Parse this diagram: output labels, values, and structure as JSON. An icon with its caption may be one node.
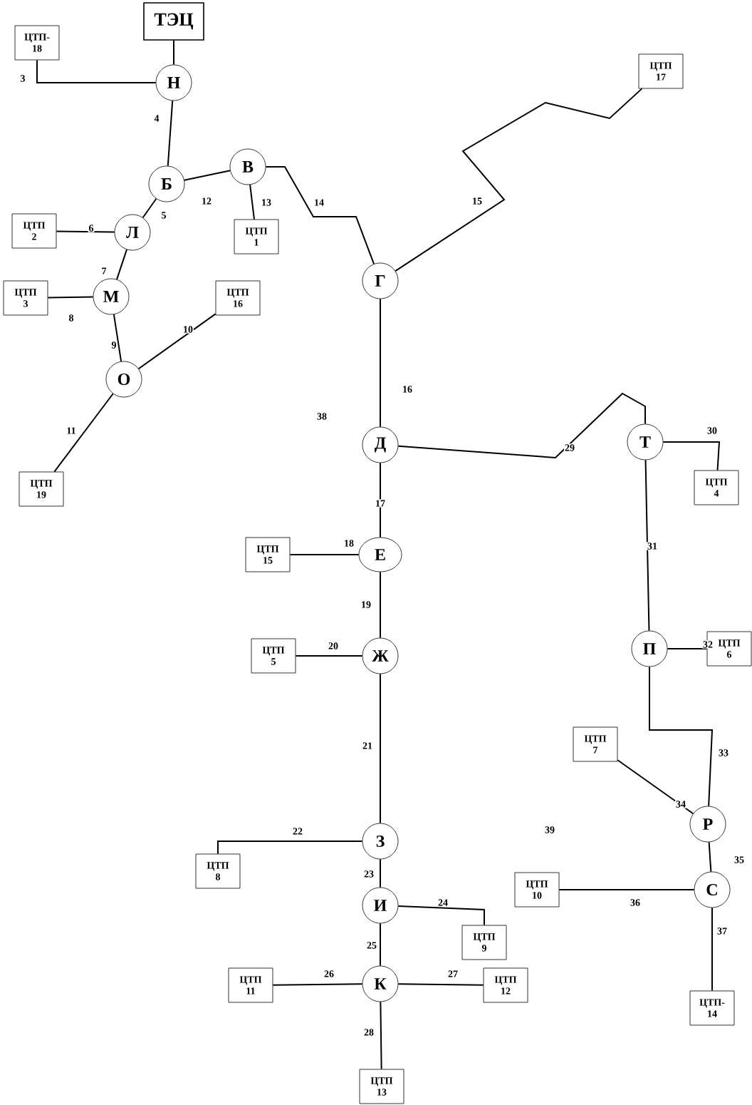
{
  "diagram": {
    "nodes": [
      {
        "text": [
          "ТЭЦ"
        ]
      },
      {
        "text": [
          "ЦТП- 18"
        ]
      },
      {
        "text": [
          "Н"
        ]
      },
      {
        "text": [
          "ЦТП 17"
        ]
      },
      {
        "text": [
          "В"
        ]
      },
      {
        "text": [
          "Б"
        ]
      },
      {
        "text": [
          "ЦТП 1"
        ]
      },
      {
        "text": [
          "Л"
        ]
      },
      {
        "text": [
          "ЦТП 2"
        ]
      },
      {
        "text": [
          "Г"
        ]
      },
      {
        "text": [
          "М"
        ]
      },
      {
        "text": [
          "ЦТП 3"
        ]
      },
      {
        "text": [
          "ЦТП 16"
        ]
      },
      {
        "text": [
          "О"
        ]
      },
      {
        "text": [
          "ЦТП 19"
        ]
      },
      {
        "text": [
          "Д"
        ]
      },
      {
        "text": [
          "Т"
        ]
      },
      {
        "text": [
          "ЦТП 4"
        ]
      },
      {
        "text": [
          "Е"
        ]
      },
      {
        "text": [
          "ЦТП 15"
        ]
      },
      {
        "text": [
          "Ж"
        ]
      },
      {
        "text": [
          "ЦТП 5"
        ]
      },
      {
        "text": [
          "П"
        ]
      },
      {
        "text": [
          "ЦТП 6"
        ]
      },
      {
        "text": [
          "ЦТП 7"
        ]
      },
      {
        "text": [
          "Р"
        ]
      },
      {
        "text": [
          "З"
        ]
      },
      {
        "text": [
          "ЦТП 8"
        ]
      },
      {
        "text": [
          "С"
        ]
      },
      {
        "text": [
          "ЦТП 10"
        ]
      },
      {
        "text": [
          "И"
        ]
      },
      {
        "text": [
          "ЦТП 9"
        ]
      },
      {
        "text": [
          "К"
        ]
      },
      {
        "text": [
          "ЦТП 11"
        ]
      },
      {
        "text": [
          "ЦТП 12"
        ]
      },
      {
        "text": [
          "ЦТП 13"
        ]
      },
      {
        "text": [
          "ЦТП- 14"
        ]
      }
    ],
    "edges": [
      {
        "from": 0,
        "to": 2,
        "arrow": "none"
      },
      {
        "from": 2,
        "to": 1,
        "arrow": "none",
        "label": "3"
      },
      {
        "from": 2,
        "to": 5,
        "arrow": "none",
        "label": "4"
      },
      {
        "from": 5,
        "to": 7,
        "arrow": "none",
        "label": "5"
      },
      {
        "from": 7,
        "to": 8,
        "arrow": "none",
        "label": "6"
      },
      {
        "from": 7,
        "to": 10,
        "arrow": "none",
        "label": "7"
      },
      {
        "from": 10,
        "to": 11,
        "arrow": "none",
        "label": "8"
      },
      {
        "from": 10,
        "to": 13,
        "arrow": "none",
        "label": "9"
      },
      {
        "from": 13,
        "to": 12,
        "arrow": "none",
        "label": "10"
      },
      {
        "from": 13,
        "to": 14,
        "arrow": "none",
        "label": "11"
      },
      {
        "from": 5,
        "to": 4,
        "arrow": "none",
        "label": "12"
      },
      {
        "from": 4,
        "to": 6,
        "arrow": "none",
        "label": "13"
      },
      {
        "from": 4,
        "to": 9,
        "arrow": "none",
        "label": "14"
      },
      {
        "from": 9,
        "to": 3,
        "arrow": "none",
        "label": "15"
      },
      {
        "from": 9,
        "to": 15,
        "arrow": "none",
        "label": "16"
      },
      {
        "from": 15,
        "to": 18,
        "arrow": "none",
        "label": "17"
      },
      {
        "from": 18,
        "to": 19,
        "arrow": "none",
        "label": "18"
      },
      {
        "from": 18,
        "to": 20,
        "arrow": "none",
        "label": "19"
      },
      {
        "from": 20,
        "to": 21,
        "arrow": "none",
        "label": "20"
      },
      {
        "from": 20,
        "to": 26,
        "arrow": "none",
        "label": "21"
      },
      {
        "from": 26,
        "to": 27,
        "arrow": "none",
        "label": "22"
      },
      {
        "from": 26,
        "to": 30,
        "arrow": "none",
        "label": "23"
      },
      {
        "from": 30,
        "to": 31,
        "arrow": "none",
        "label": "24"
      },
      {
        "from": 30,
        "to": 32,
        "arrow": "none",
        "label": "25"
      },
      {
        "from": 32,
        "to": 33,
        "arrow": "none",
        "label": "26"
      },
      {
        "from": 32,
        "to": 34,
        "arrow": "none",
        "label": "27"
      },
      {
        "from": 32,
        "to": 35,
        "arrow": "none",
        "label": "28"
      },
      {
        "from": 15,
        "to": 16,
        "arrow": "none",
        "label": "29"
      },
      {
        "from": 16,
        "to": 17,
        "arrow": "none",
        "label": "30"
      },
      {
        "from": 16,
        "to": 22,
        "arrow": "none",
        "label": "31"
      },
      {
        "from": 22,
        "to": 23,
        "arrow": "none",
        "label": "32"
      },
      {
        "from": 22,
        "to": 25,
        "arrow": "none",
        "label": "33"
      },
      {
        "from": 25,
        "to": 24,
        "arrow": "none",
        "label": "34"
      },
      {
        "from": 25,
        "to": 28,
        "arrow": "none",
        "label": "35"
      },
      {
        "from": 28,
        "to": 29,
        "arrow": "none",
        "label": "36"
      },
      {
        "from": 28,
        "to": 36,
        "arrow": "none",
        "label": "37"
      }
    ],
    "labels": [
      "38",
      "39"
    ]
  }
}
